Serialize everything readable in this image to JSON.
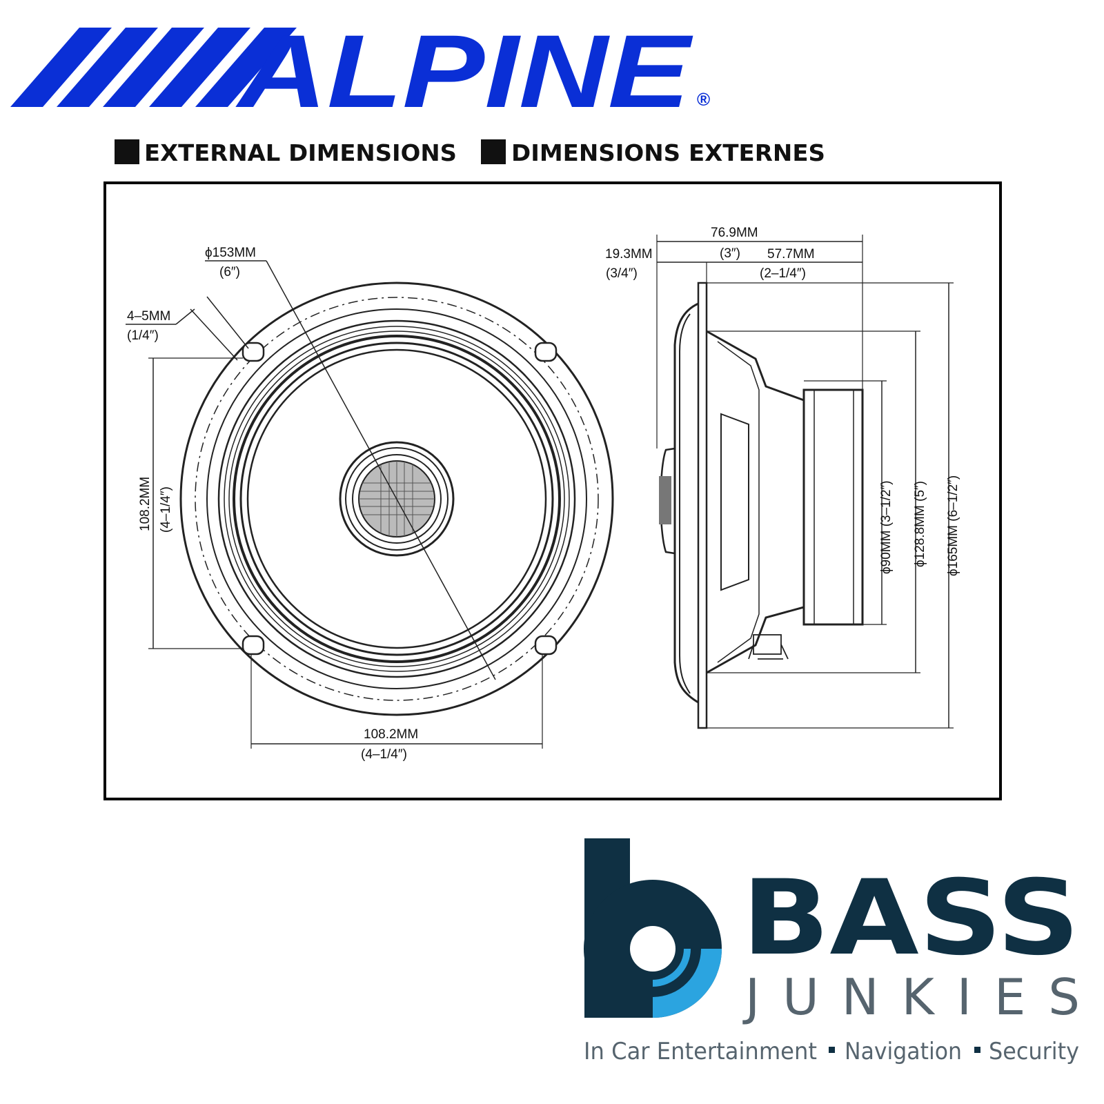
{
  "brand": {
    "name": "ALPINE",
    "registered_mark": "®",
    "color": "#0a2fd6"
  },
  "headings": {
    "english": "EXTERNAL DIMENSIONS",
    "french": "DIMENSIONS EXTERNES"
  },
  "front_view": {
    "diameter_mm": "ϕ153MM",
    "diameter_in": "(6″)",
    "flange_mm": "4–5MM",
    "flange_in": "(1/4″)",
    "vertical_mm": "108.2MM",
    "vertical_in": "(4–1/4″)",
    "horizontal_mm": "108.2MM",
    "horizontal_in": "(4–1/4″)"
  },
  "side_view": {
    "total_depth_mm": "76.9MM",
    "total_depth_in": "(3″)",
    "front_depth_mm": "19.3MM",
    "front_depth_in": "(3/4″)",
    "rear_depth_mm": "57.7MM",
    "rear_depth_in": "(2–1/4″)",
    "magnet_dia": "ϕ90MM (3–1/2″)",
    "basket_dia": "ϕ128.8MM (5″)",
    "outer_dia": "ϕ165MM (6–1/2″)"
  },
  "dealer": {
    "name_top": "BASS",
    "name_bottom": "JUNKIES",
    "tagline_1": "In Car Entertainment",
    "tagline_2": "Navigation",
    "tagline_3": "Security",
    "dark_color": "#0f3043",
    "accent_color": "#2ba4e0",
    "gray_color": "#56646e"
  }
}
